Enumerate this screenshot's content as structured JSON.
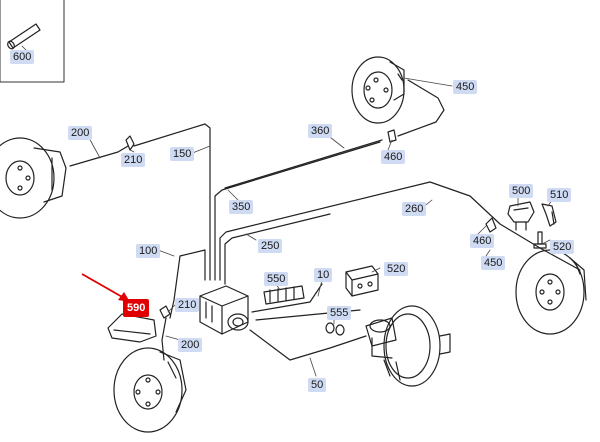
{
  "diagram": {
    "labels": [
      {
        "id": "600",
        "text": "600"
      },
      {
        "id": "450-top",
        "text": "450"
      },
      {
        "id": "200-left",
        "text": "200"
      },
      {
        "id": "210-left",
        "text": "210"
      },
      {
        "id": "150",
        "text": "150"
      },
      {
        "id": "360",
        "text": "360"
      },
      {
        "id": "460-top",
        "text": "460"
      },
      {
        "id": "350",
        "text": "350"
      },
      {
        "id": "260",
        "text": "260"
      },
      {
        "id": "500",
        "text": "500"
      },
      {
        "id": "510",
        "text": "510"
      },
      {
        "id": "250",
        "text": "250"
      },
      {
        "id": "100",
        "text": "100"
      },
      {
        "id": "460-right",
        "text": "460"
      },
      {
        "id": "520-right",
        "text": "520"
      },
      {
        "id": "450-right",
        "text": "450"
      },
      {
        "id": "550",
        "text": "550"
      },
      {
        "id": "10",
        "text": "10"
      },
      {
        "id": "520-mid",
        "text": "520"
      },
      {
        "id": "590",
        "text": "590"
      },
      {
        "id": "210-bottom",
        "text": "210"
      },
      {
        "id": "555",
        "text": "555"
      },
      {
        "id": "200-bottom",
        "text": "200"
      },
      {
        "id": "50",
        "text": "50"
      }
    ],
    "highlight_color": "#e00000",
    "label_bg_color": "#cfdaf3"
  }
}
